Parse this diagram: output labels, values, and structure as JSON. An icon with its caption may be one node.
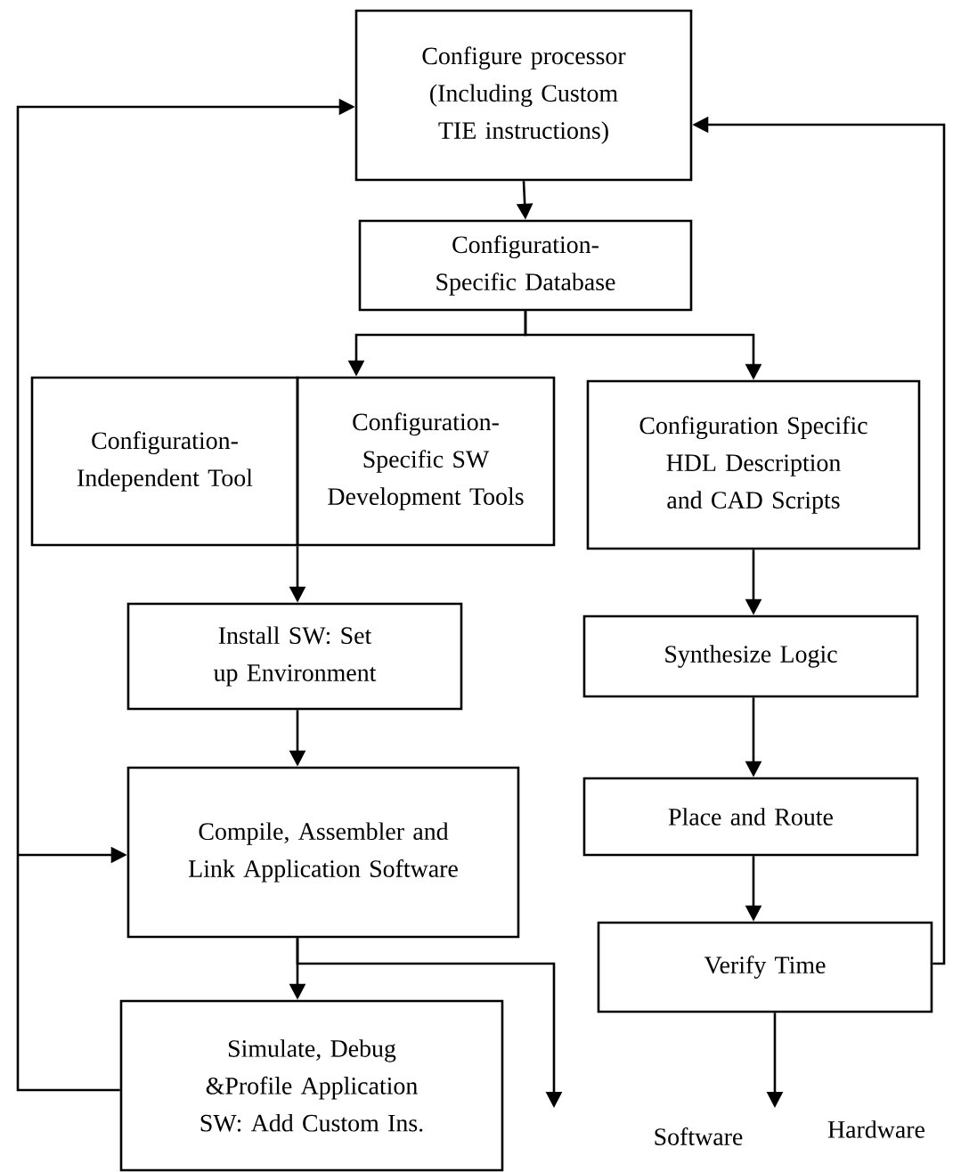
{
  "diagram": {
    "nodes": [
      {
        "text": [
          "Configure processor (Including Custom TIE instructions)"
        ]
      },
      {
        "text": [
          "Configuration-Specific Database"
        ]
      },
      {
        "text": [
          "Configuration-Independent Tool"
        ]
      },
      {
        "text": [
          "Configuration-Specific SW Development Tools"
        ]
      },
      {
        "text": [
          "Configuration Specific HDL Description and CAD Scripts"
        ]
      },
      {
        "text": [
          "Install SW: Set up Environment"
        ]
      },
      {
        "text": [
          "Synthesize Logic"
        ]
      },
      {
        "text": [
          "Compile, Assembler and Link Application Software"
        ]
      },
      {
        "text": [
          "Place and Route"
        ]
      },
      {
        "text": [
          "Verify Time"
        ]
      },
      {
        "text": [
          "Simulate, Debug &Profile Application SW: Add Custom Ins."
        ]
      }
    ],
    "edges": [
      {
        "from": 0,
        "to": 1,
        "arrow": "to"
      },
      {
        "from": 1,
        "to": 3,
        "arrow": "to"
      },
      {
        "from": 1,
        "to": 4,
        "arrow": "to"
      },
      {
        "from": 2,
        "to": 5,
        "arrow": "to"
      },
      {
        "from": 3,
        "to": 5,
        "arrow": "to"
      },
      {
        "from": 5,
        "to": 7,
        "arrow": "to"
      },
      {
        "from": 7,
        "to": 10,
        "arrow": "to"
      },
      {
        "from": 7,
        "to": null,
        "arrow": "to"
      },
      {
        "from": 10,
        "to": 7,
        "arrow": "to"
      },
      {
        "from": 10,
        "to": 0,
        "arrow": "to"
      },
      {
        "from": 4,
        "to": 6,
        "arrow": "to"
      },
      {
        "from": 6,
        "to": 8,
        "arrow": "to"
      },
      {
        "from": 8,
        "to": 9,
        "arrow": "to"
      },
      {
        "from": 9,
        "to": 0,
        "arrow": "to"
      },
      {
        "from": 9,
        "to": null,
        "arrow": "to"
      }
    ],
    "labels": [
      "Software",
      "Hardware"
    ]
  }
}
